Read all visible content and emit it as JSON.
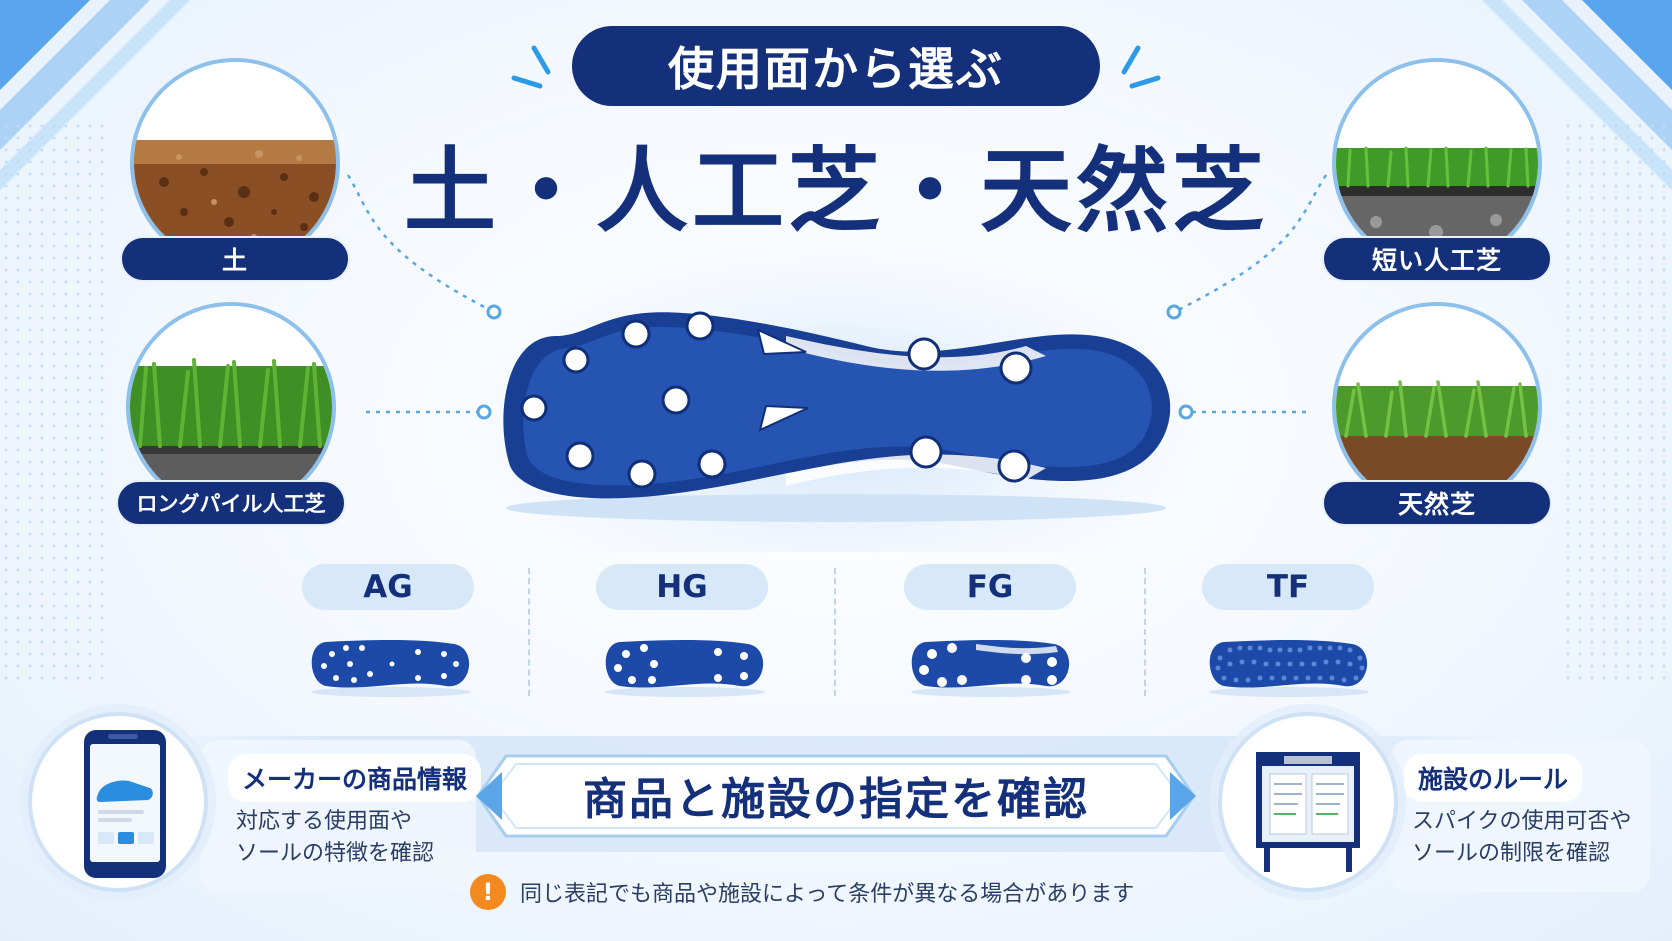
{
  "header": {
    "tag": "使用面から選ぶ",
    "title": "土・人工芝・天然芝"
  },
  "surfaces": {
    "soil": "土",
    "long_pile": "ロングパイル人工芝",
    "short_turf": "短い人工芝",
    "natural": "天然芝"
  },
  "types": [
    "AG",
    "HG",
    "FG",
    "TF"
  ],
  "maker_info": {
    "title": "メーカーの商品情報",
    "line1": "対応する使用面や",
    "line2": "ソールの特徴を確認"
  },
  "center_message": "商品と施設の指定を確認",
  "facility_rules": {
    "title": "施設のルール",
    "line1": "スパイクの使用可否や",
    "line2": "ソールの制限を確認"
  },
  "notice": "同じ表記でも商品や施設によって条件が異なる場合があります",
  "icons": [
    "soil-photo",
    "long-pile-turf-photo",
    "short-turf-photo",
    "natural-grass-photo",
    "cleat-sole-icon",
    "smartphone-icon",
    "notice-board-icon",
    "warning-icon"
  ],
  "colors": {
    "navy": "#14307a",
    "accent": "#2c74d4",
    "light": "#d7e8f9",
    "warning": "#f28a1f"
  }
}
